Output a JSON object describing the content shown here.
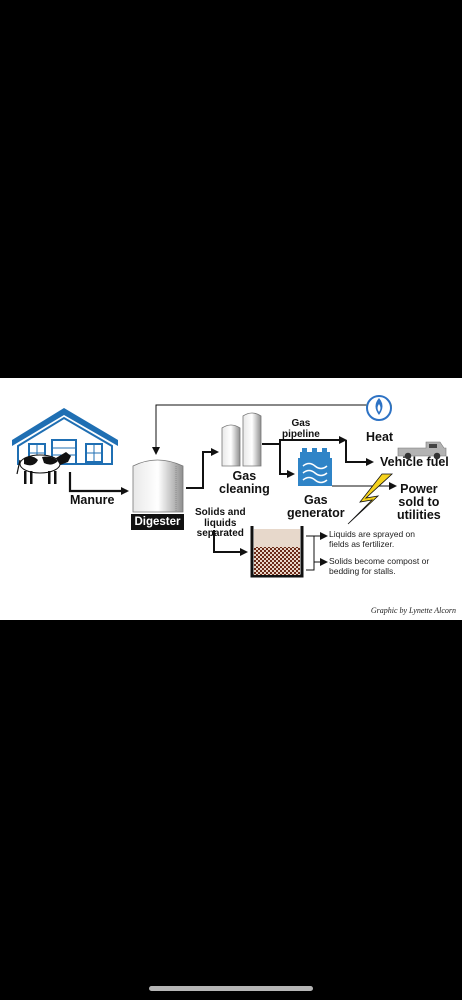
{
  "diagram": {
    "labels": {
      "manure": "Manure",
      "digester": "Digester",
      "gas_cleaning": "Gas\ncleaning",
      "solids_separated": "Solids and\nliquids\nseparated",
      "gas_pipeline": "Gas\npipeline",
      "heat": "Heat",
      "vehicle_fuel": "Vehicle fuel",
      "gas_generator": "Gas\ngenerator",
      "power": "Power\nsold to\nutilities"
    },
    "notes": {
      "liquids": "Liquids are sprayed on\nfields as fertilizer.",
      "solids": "Solids become compost or\nbedding for stalls."
    },
    "credit": "Graphic by Lynette Alcorn",
    "colors": {
      "barn_blue": "#1f6fb3",
      "flame_yellow": "#f2c21b",
      "flame_blue": "#2d72c4",
      "bolt_yellow": "#f5d21e",
      "truck_gray": "#9a9a9a",
      "generator_blue": "#2f84c7",
      "compost_brown": "#6b2a18"
    },
    "icons": [
      "barn-icon",
      "cow-icon",
      "digester-tank-icon",
      "gas-cleaning-tanks-icon",
      "gas-flame-icon",
      "pickup-truck-icon",
      "gas-generator-icon",
      "lightning-bolt-icon",
      "separator-tank-icon"
    ]
  }
}
